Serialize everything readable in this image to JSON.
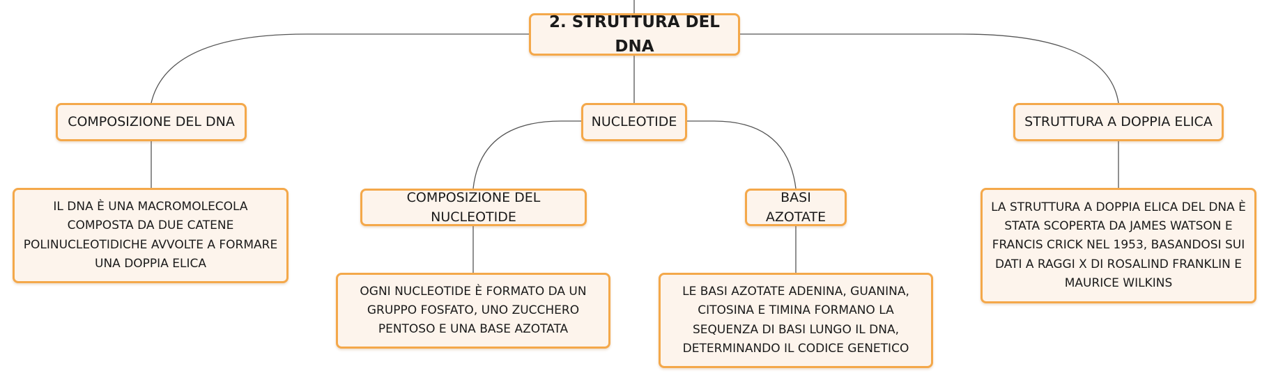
{
  "root": {
    "label": "2. STRUTTURA DEL DNA"
  },
  "composizione_dna": {
    "label": "COMPOSIZIONE DEL DNA",
    "text": "IL DNA È UNA MACROMOLECOLA COMPOSTA DA DUE CATENE POLINUCLEOTIDICHE AVVOLTE A FORMARE UNA DOPPIA ELICA"
  },
  "nucleotide": {
    "label": "NUCLEOTIDE",
    "composizione": {
      "label": "COMPOSIZIONE DEL NUCLEOTIDE",
      "text": "OGNI NUCLEOTIDE È FORMATO DA UN GRUPPO FOSFATO, UNO ZUCCHERO PENTOSO E UNA BASE AZOTATA"
    },
    "basi": {
      "label": "BASI AZOTATE",
      "text": "LE BASI AZOTATE ADENINA, GUANINA, CITOSINA E TIMINA FORMANO LA SEQUENZA DI BASI LUNGO IL DNA, DETERMINANDO IL CODICE GENETICO"
    }
  },
  "doppia_elica": {
    "label": "STRUTTURA A DOPPIA ELICA",
    "text": "LA STRUTTURA A DOPPIA ELICA DEL DNA È STATA SCOPERTA DA JAMES WATSON E FRANCIS CRICK NEL 1953, BASANDOSI SUI DATI A RAGGI X DI ROSALIND FRANKLIN E MAURICE WILKINS"
  },
  "colors": {
    "node_fill": "#fdf4ec",
    "node_border": "#f4a84a",
    "connector": "#555555"
  }
}
